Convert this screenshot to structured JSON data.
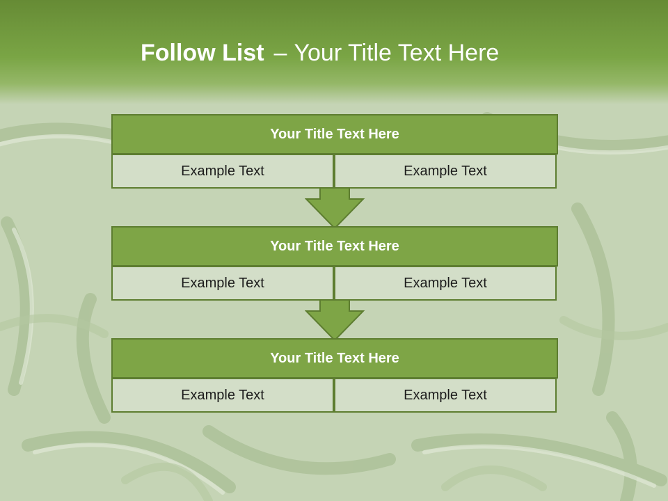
{
  "slide": {
    "title_bold": "Follow List",
    "title_separator": "–",
    "title_rest": "Your Title Text Here"
  },
  "blocks": [
    {
      "title": "Your Title Text Here",
      "left_text": "Example Text",
      "right_text": "Example Text"
    },
    {
      "title": "Your Title Text Here",
      "left_text": "Example Text",
      "right_text": "Example Text"
    },
    {
      "title": "Your Title Text Here",
      "left_text": "Example Text",
      "right_text": "Example Text"
    }
  ],
  "colors": {
    "header_green": "#7aa545",
    "block_title": "#7ea546",
    "block_border": "#5d7d30",
    "cell_fill": "#d3dec8",
    "arrow_fill": "#7ea546"
  },
  "background": "green-beans-photo"
}
